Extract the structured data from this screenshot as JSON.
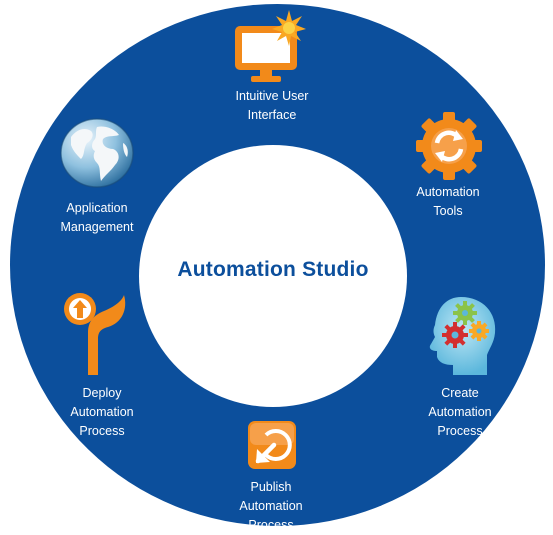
{
  "center": {
    "title": "Automation Studio"
  },
  "segments": {
    "ui": {
      "line1": "Intuitive User",
      "line2": "Interface",
      "icon": "monitor-icon"
    },
    "tools": {
      "line1": "Automation",
      "line2": "Tools",
      "icon": "refresh-gear-icon"
    },
    "create": {
      "line1": "Create",
      "line2": "Automation",
      "line3": "Process",
      "icon": "head-gears-icon"
    },
    "publish": {
      "line1": "Publish",
      "line2": "Automation",
      "line3": "Process",
      "icon": "publish-arrow-icon"
    },
    "deploy": {
      "line1": "Deploy",
      "line2": "Automation",
      "line3": "Process",
      "icon": "deploy-sprout-icon"
    },
    "app": {
      "line1": "Application",
      "line2": "Management",
      "icon": "globe-icon"
    }
  },
  "colors": {
    "ring": "#0c4f9c",
    "accent_orange": "#f28a1a",
    "text": "#ffffff",
    "title": "#0c4f9c"
  }
}
